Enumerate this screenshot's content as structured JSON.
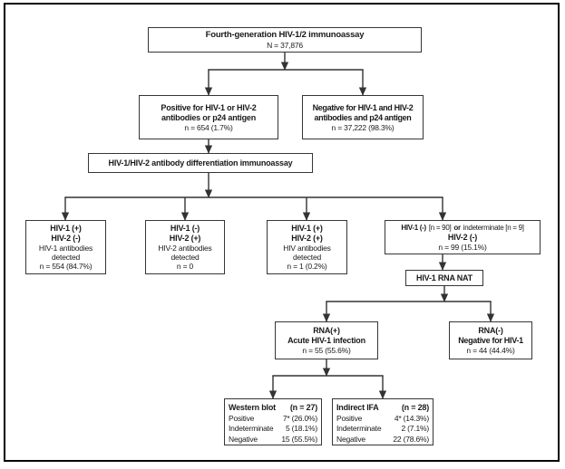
{
  "diagram": {
    "immunoassay": {
      "title": "Fourth-generation HIV-1/2 immunoassay",
      "n": "N = 37,876"
    },
    "positive_screen": {
      "line1": "Positive for HIV-1 or HIV-2",
      "line2": "antibodies or p24 antigen",
      "n": "n = 654 (1.7%)"
    },
    "negative_screen": {
      "line1": "Negative for HIV-1 and HIV-2",
      "line2": "antibodies and p24 antigen",
      "n": "n = 37,222 (98.3%)"
    },
    "differentiation": {
      "title": "HIV-1/HIV-2 antibody differentiation immunoassay"
    },
    "hiv1_pos": {
      "line1": "HIV-1 (+)",
      "line2": "HIV-2 (-)",
      "sub1": "HIV-1 antibodies",
      "sub2": "detected",
      "n": "n = 554 (84.7%)"
    },
    "hiv2_pos": {
      "line1": "HIV-1 (-)",
      "line2": "HIV-2 (+)",
      "sub1": "HIV-2 antibodies",
      "sub2": "detected",
      "n": "n = 0"
    },
    "both_pos": {
      "line1": "HIV-1 (+)",
      "line2": "HIV-2 (+)",
      "sub1": "HIV antibodies",
      "sub2": "detected",
      "n": "n = 1 (0.2%)"
    },
    "neg_or_indet": {
      "bold1": "HIV-1 (-)",
      "reg1": "[n = 90]",
      "bold2": "or",
      "reg2": "indeterminate [n = 9]",
      "line2": "HIV-2 (-)",
      "n": "n = 99 (15.1%)"
    },
    "rna_nat": {
      "title": "HIV-1 RNA NAT"
    },
    "rna_pos": {
      "line1": "RNA(+)",
      "line2": "Acute HIV-1 infection",
      "n": "n = 55 (55.6%)"
    },
    "rna_neg": {
      "line1": "RNA(-)",
      "line2": "Negative for HIV-1",
      "n": "n = 44 (44.4%)"
    },
    "western_blot": {
      "title": "Western blot",
      "n": "(n = 27)",
      "rows": [
        {
          "label": "Positive",
          "value": "7* (26.0%)"
        },
        {
          "label": "Indeterminate",
          "value": "5 (18.1%)"
        },
        {
          "label": "Negative",
          "value": "15 (55.5%)"
        }
      ]
    },
    "indirect_ifa": {
      "title": "Indirect IFA",
      "n": "(n = 28)",
      "rows": [
        {
          "label": "Positive",
          "value": "4* (14.3%)"
        },
        {
          "label": "Indeterminate",
          "value": "2 (7.1%)"
        },
        {
          "label": "Negative",
          "value": "22 (78.6%)"
        }
      ]
    },
    "colors": {
      "line": "#333333",
      "box_border": "#363636",
      "text": "#1a1a1a",
      "frame": "#000000"
    }
  }
}
